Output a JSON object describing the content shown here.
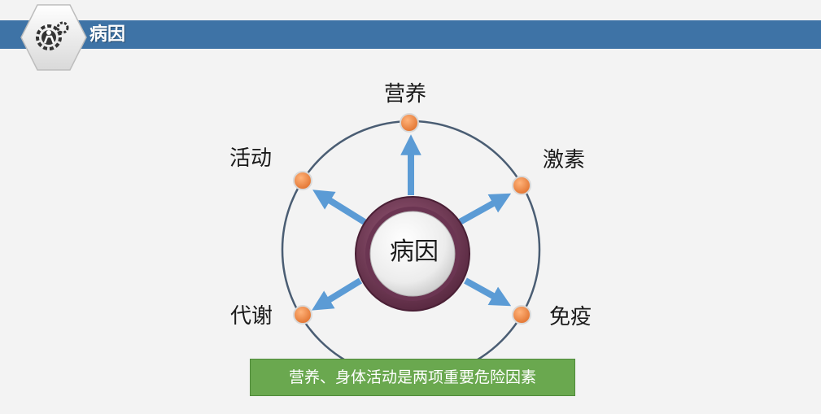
{
  "header": {
    "title": "病因",
    "badge_icon": "gear-person-icon",
    "bar_color": "#3e73a6"
  },
  "diagram": {
    "center_label": "病因",
    "factors": [
      {
        "label": "营养"
      },
      {
        "label": "激素"
      },
      {
        "label": "免疫"
      },
      {
        "label": "代谢"
      },
      {
        "label": "活动"
      }
    ],
    "dot_color": "#f08a4b",
    "arrow_color": "#5b9bd5",
    "ring_color": "#4a5d73",
    "hub_color": "#7a3b5c"
  },
  "callout": {
    "text": "营养、身体活动是两项重要危险因素",
    "color": "#6aa84f"
  }
}
